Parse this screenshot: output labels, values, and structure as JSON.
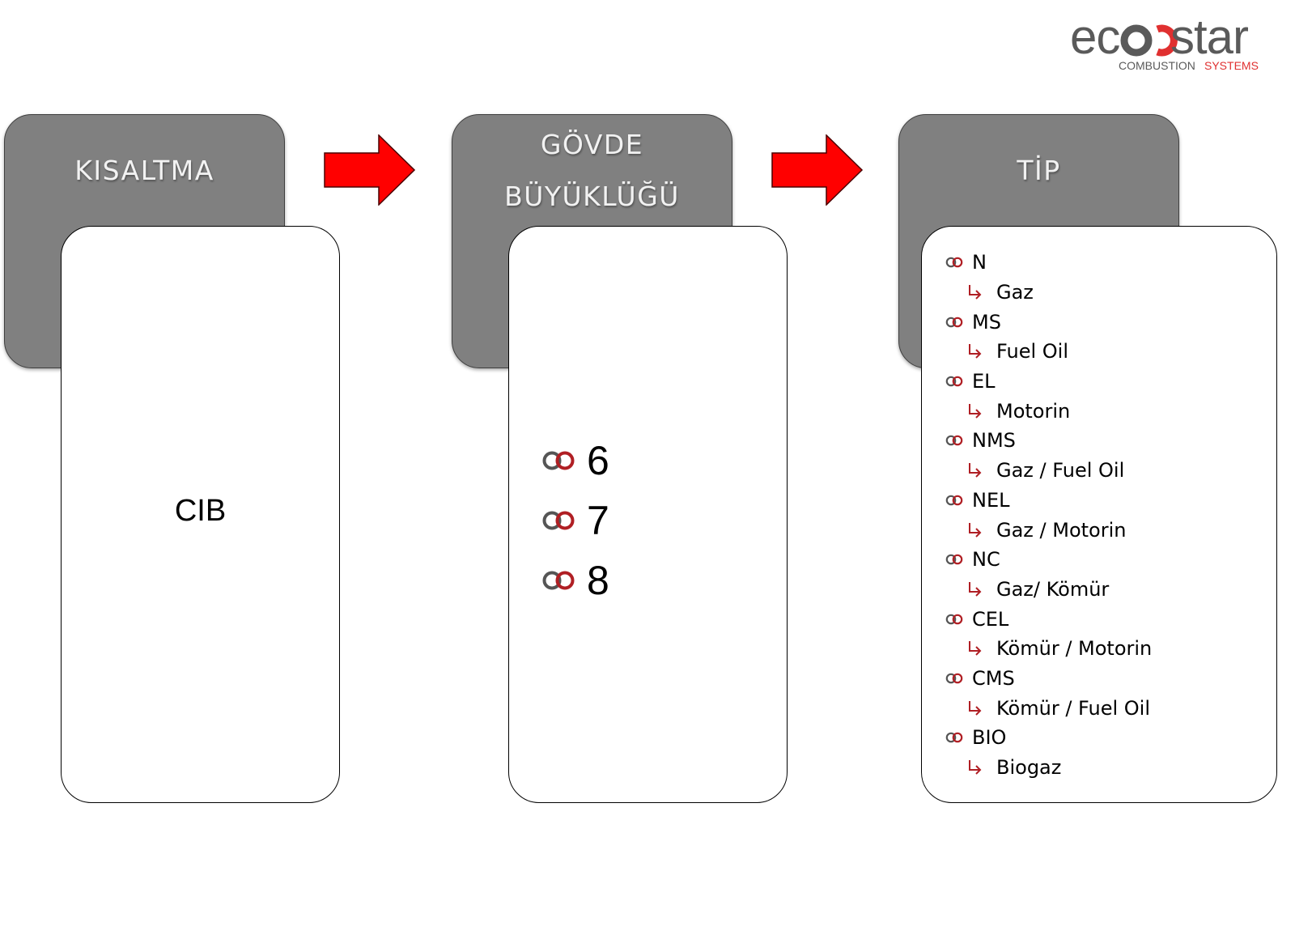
{
  "logo": {
    "word": "ecostar",
    "tagline_left": "COMBUSTION",
    "tagline_right": "SYSTEMS"
  },
  "colors": {
    "accent_red": "#ff0000",
    "header_gray": "#808080",
    "icon_gray": "#555555",
    "icon_red": "#b01f24"
  },
  "columns": [
    {
      "header": "KISALTMA"
    },
    {
      "header": "GÖVDE\nBÜYÜKLÜĞÜ"
    },
    {
      "header": "TİP"
    }
  ],
  "abbreviation": {
    "value": "CIB"
  },
  "body_sizes": [
    "6",
    "7",
    "8"
  ],
  "types": [
    {
      "code": "N",
      "fuel": "Gaz"
    },
    {
      "code": "MS",
      "fuel": "Fuel Oil"
    },
    {
      "code": "EL",
      "fuel": "Motorin"
    },
    {
      "code": "NMS",
      "fuel": "Gaz / Fuel Oil"
    },
    {
      "code": "NEL",
      "fuel": "Gaz / Motorin"
    },
    {
      "code": "NC",
      "fuel": "Gaz/ Kömür"
    },
    {
      "code": "CEL",
      "fuel": "Kömür / Motorin"
    },
    {
      "code": "CMS",
      "fuel": "Kömür / Fuel Oil"
    },
    {
      "code": "BIO",
      "fuel": "Biogaz"
    }
  ],
  "icons": {
    "bullet": "link-icon",
    "sub_bullet": "arrow-return-icon",
    "flow": "right-arrow-icon"
  }
}
